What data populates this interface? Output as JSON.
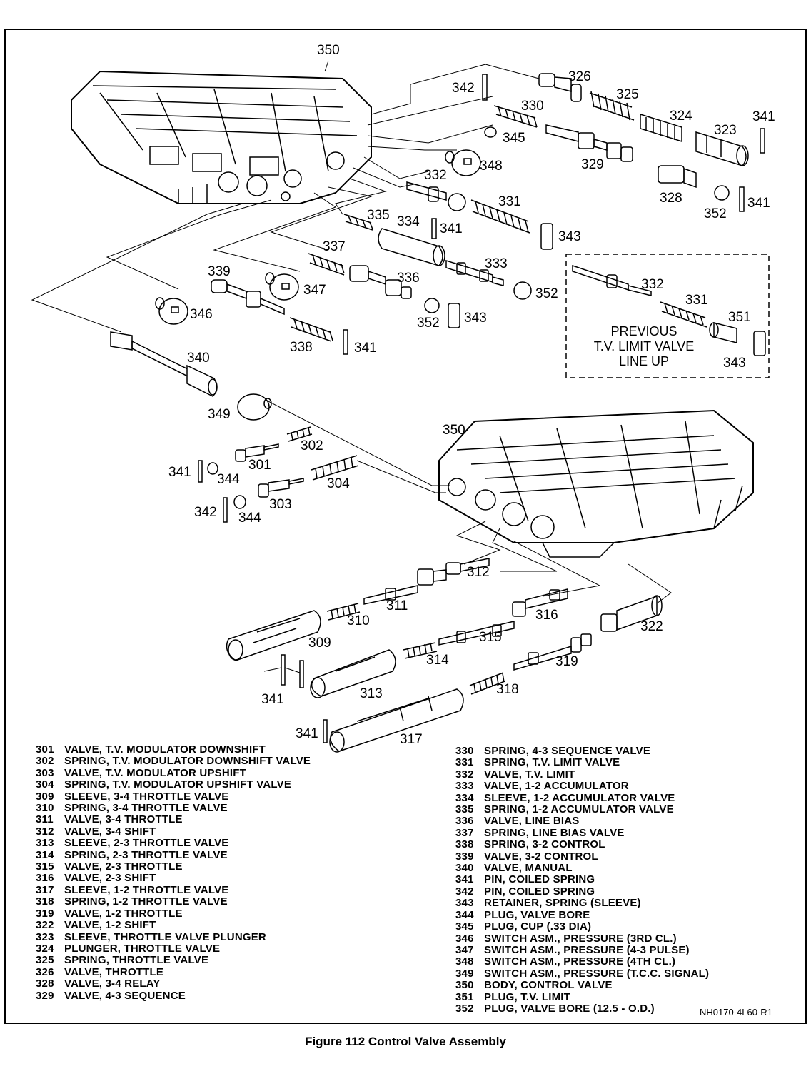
{
  "callouts": {
    "c350a": "350",
    "c326": "326",
    "c342a": "342",
    "c325": "325",
    "c330": "330",
    "c324": "324",
    "c341a": "341",
    "c323": "323",
    "c345": "345",
    "c348": "348",
    "c329": "329",
    "c332a": "332",
    "c328": "328",
    "c352a": "352",
    "c341b": "341",
    "c331a": "331",
    "c335": "335",
    "c334": "334",
    "c341c": "341",
    "c343a": "343",
    "c337": "337",
    "c333": "333",
    "c339": "339",
    "c347": "347",
    "c336": "336",
    "c352b": "352",
    "c346": "346",
    "c352c": "352",
    "c343b": "343",
    "c338": "338",
    "c341d": "341",
    "c332b": "332",
    "c331b": "331",
    "c351": "351",
    "c343c": "343",
    "c340": "340",
    "c349": "349",
    "c350b": "350",
    "c302": "302",
    "c341e": "341",
    "c301": "301",
    "c344a": "344",
    "c304": "304",
    "c342b": "342",
    "c303": "303",
    "c344b": "344",
    "c312": "312",
    "c311": "311",
    "c310": "310",
    "c316": "316",
    "c322": "322",
    "c309": "309",
    "c315": "315",
    "c314": "314",
    "c319": "319",
    "c313": "313",
    "c318": "318",
    "c341f": "341",
    "c341g": "341",
    "c317": "317"
  },
  "previous_box": {
    "line1": "PREVIOUS",
    "line2": "T.V. LIMIT VALVE",
    "line3": "LINE UP"
  },
  "legend_left": [
    {
      "num": "301",
      "text": "VALVE, T.V. MODULATOR DOWNSHIFT"
    },
    {
      "num": "302",
      "text": "SPRING, T.V. MODULATOR DOWNSHIFT VALVE"
    },
    {
      "num": "303",
      "text": "VALVE, T.V. MODULATOR UPSHIFT"
    },
    {
      "num": "304",
      "text": "SPRING, T.V. MODULATOR UPSHIFT VALVE"
    },
    {
      "num": "309",
      "text": "SLEEVE, 3-4 THROTTLE VALVE"
    },
    {
      "num": "310",
      "text": "SPRING, 3-4 THROTTLE VALVE"
    },
    {
      "num": "311",
      "text": "VALVE, 3-4 THROTTLE"
    },
    {
      "num": "312",
      "text": "VALVE, 3-4 SHIFT"
    },
    {
      "num": "313",
      "text": "SLEEVE, 2-3 THROTTLE VALVE"
    },
    {
      "num": "314",
      "text": "SPRING, 2-3 THROTTLE VALVE"
    },
    {
      "num": "315",
      "text": "VALVE, 2-3 THROTTLE"
    },
    {
      "num": "316",
      "text": "VALVE, 2-3 SHIFT"
    },
    {
      "num": "317",
      "text": "SLEEVE, 1-2 THROTTLE VALVE"
    },
    {
      "num": "318",
      "text": "SPRING, 1-2 THROTTLE VALVE"
    },
    {
      "num": "319",
      "text": "VALVE, 1-2 THROTTLE"
    },
    {
      "num": "322",
      "text": "VALVE, 1-2 SHIFT"
    },
    {
      "num": "323",
      "text": "SLEEVE, THROTTLE VALVE PLUNGER"
    },
    {
      "num": "324",
      "text": "PLUNGER, THROTTLE VALVE"
    },
    {
      "num": "325",
      "text": "SPRING, THROTTLE VALVE"
    },
    {
      "num": "326",
      "text": "VALVE, THROTTLE"
    },
    {
      "num": "328",
      "text": "VALVE, 3-4 RELAY"
    },
    {
      "num": "329",
      "text": "VALVE, 4-3 SEQUENCE"
    }
  ],
  "legend_right": [
    {
      "num": "330",
      "text": "SPRING, 4-3 SEQUENCE VALVE"
    },
    {
      "num": "331",
      "text": "SPRING, T.V. LIMIT VALVE"
    },
    {
      "num": "332",
      "text": "VALVE, T.V. LIMIT"
    },
    {
      "num": "333",
      "text": "VALVE, 1-2 ACCUMULATOR"
    },
    {
      "num": "334",
      "text": "SLEEVE, 1-2 ACCUMULATOR VALVE"
    },
    {
      "num": "335",
      "text": "SPRING, 1-2 ACCUMULATOR VALVE"
    },
    {
      "num": "336",
      "text": "VALVE, LINE BIAS"
    },
    {
      "num": "337",
      "text": "SPRING, LINE BIAS VALVE"
    },
    {
      "num": "338",
      "text": "SPRING, 3-2 CONTROL"
    },
    {
      "num": "339",
      "text": "VALVE, 3-2 CONTROL"
    },
    {
      "num": "340",
      "text": "VALVE, MANUAL"
    },
    {
      "num": "341",
      "text": "PIN, COILED SPRING"
    },
    {
      "num": "342",
      "text": "PIN, COILED SPRING"
    },
    {
      "num": "343",
      "text": "RETAINER, SPRING (SLEEVE)"
    },
    {
      "num": "344",
      "text": "PLUG, VALVE BORE"
    },
    {
      "num": "345",
      "text": "PLUG, CUP (.33 DIA)"
    },
    {
      "num": "346",
      "text": "SWITCH ASM., PRESSURE (3RD CL.)"
    },
    {
      "num": "347",
      "text": "SWITCH ASM., PRESSURE (4-3 PULSE)"
    },
    {
      "num": "348",
      "text": "SWITCH ASM., PRESSURE (4TH CL.)"
    },
    {
      "num": "349",
      "text": "SWITCH ASM., PRESSURE (T.C.C. SIGNAL)"
    },
    {
      "num": "350",
      "text": "BODY, CONTROL VALVE"
    },
    {
      "num": "351",
      "text": "PLUG, T.V. LIMIT"
    },
    {
      "num": "352",
      "text": "PLUG, VALVE BORE (12.5 - O.D.)"
    }
  ],
  "drawing_code": "NH0170-4L60-R1",
  "caption": "Figure 112 Control Valve Assembly"
}
